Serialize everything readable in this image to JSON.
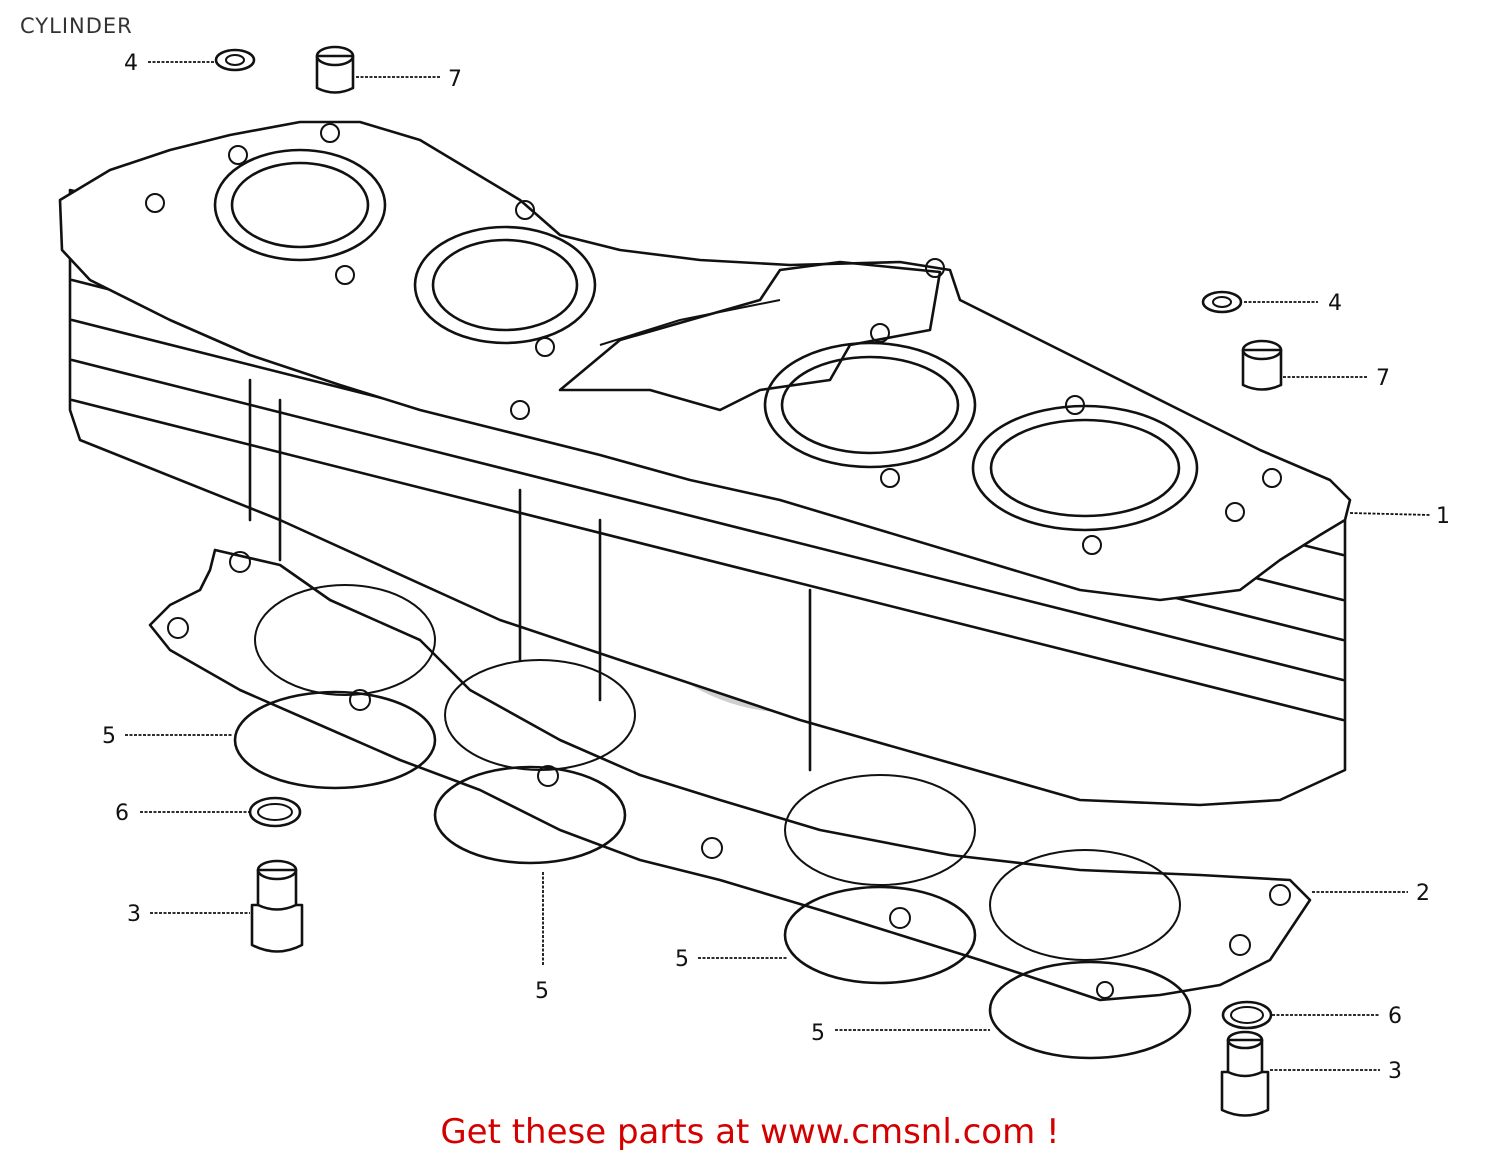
{
  "header": {
    "title": "CYLINDER"
  },
  "footer": {
    "banner": "Get these parts at www.cmsnl.com !"
  },
  "callouts": [
    "4",
    "7",
    "4",
    "7",
    "1",
    "5",
    "6",
    "3",
    "5",
    "5",
    "5",
    "2",
    "6",
    "3"
  ]
}
